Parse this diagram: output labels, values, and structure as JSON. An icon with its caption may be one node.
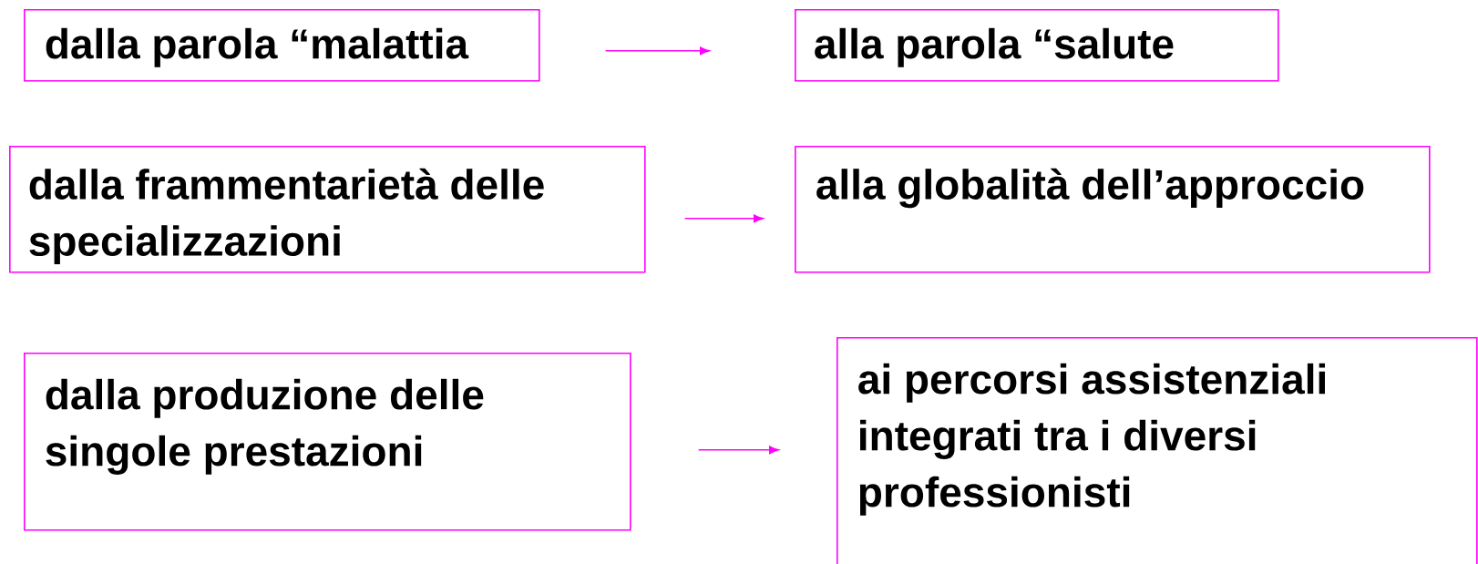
{
  "diagram": {
    "nodes": [
      {
        "text": [
          "dalla parola “malattia"
        ]
      },
      {
        "text": [
          "alla parola “salute"
        ]
      },
      {
        "text": [
          "dalla frammentarietà delle specializzazioni"
        ]
      },
      {
        "text": [
          "alla globalità dell’approccio"
        ]
      },
      {
        "text": [
          "dalla produzione delle singole prestazioni"
        ]
      },
      {
        "text": [
          "ai percorsi assistenziali integrati tra i diversi professionisti"
        ]
      }
    ],
    "edges": [
      {
        "from": 0,
        "to": 1,
        "arrow": "to"
      },
      {
        "from": 2,
        "to": 3,
        "arrow": "to"
      },
      {
        "from": 4,
        "to": 5,
        "arrow": "to"
      }
    ]
  }
}
